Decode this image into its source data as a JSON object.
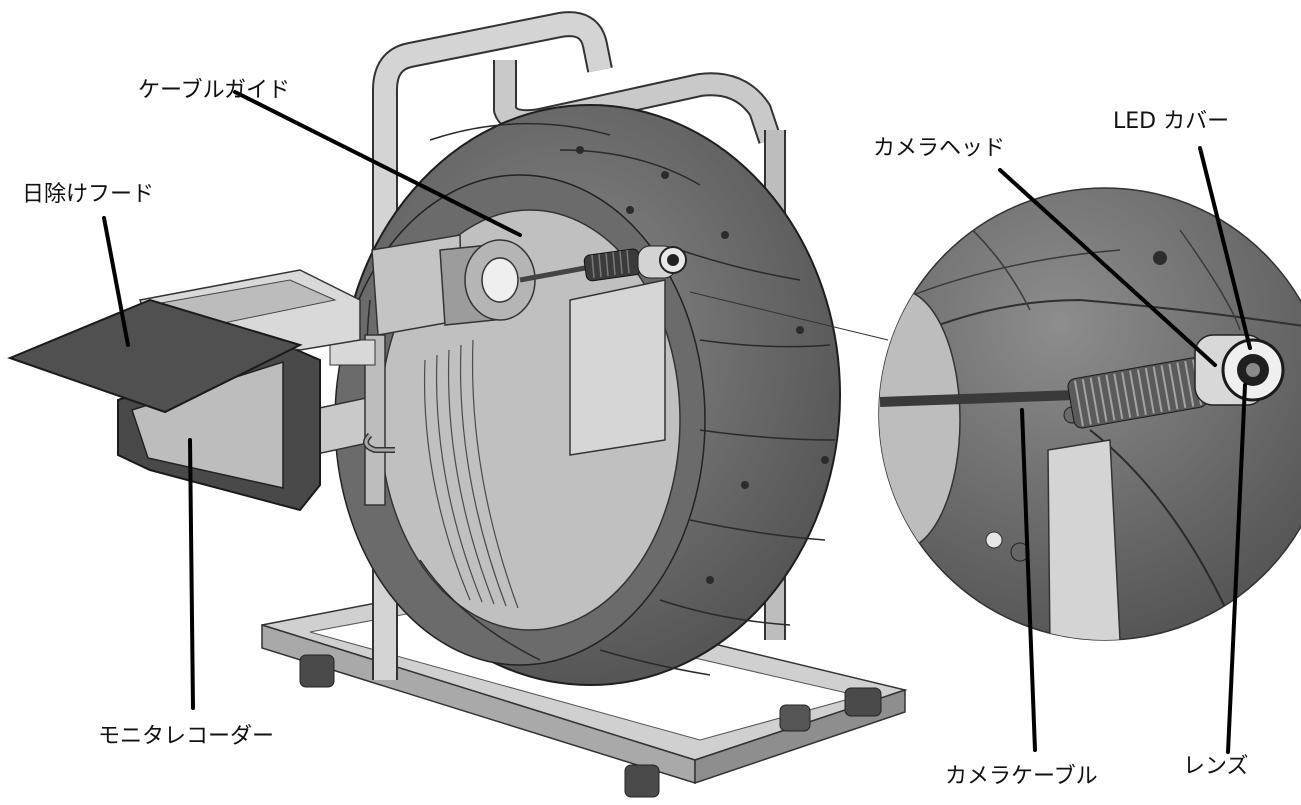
{
  "labels": {
    "cable_guide": "ケーブルガイド",
    "sun_hood": "日除けフード",
    "camera_head": "カメラヘッド",
    "led_cover": "LED カバー",
    "monitor_recorder": "モニタレコーダー",
    "camera_cable": "カメラケーブル",
    "lens": "レンズ"
  },
  "colors": {
    "reel_dark": "#5f5f5f",
    "reel_mid": "#7b7b7b",
    "reel_light": "#9a9a9a",
    "frame": "#c8c8c8",
    "plate": "#cfcfcf",
    "line": "#000000"
  }
}
